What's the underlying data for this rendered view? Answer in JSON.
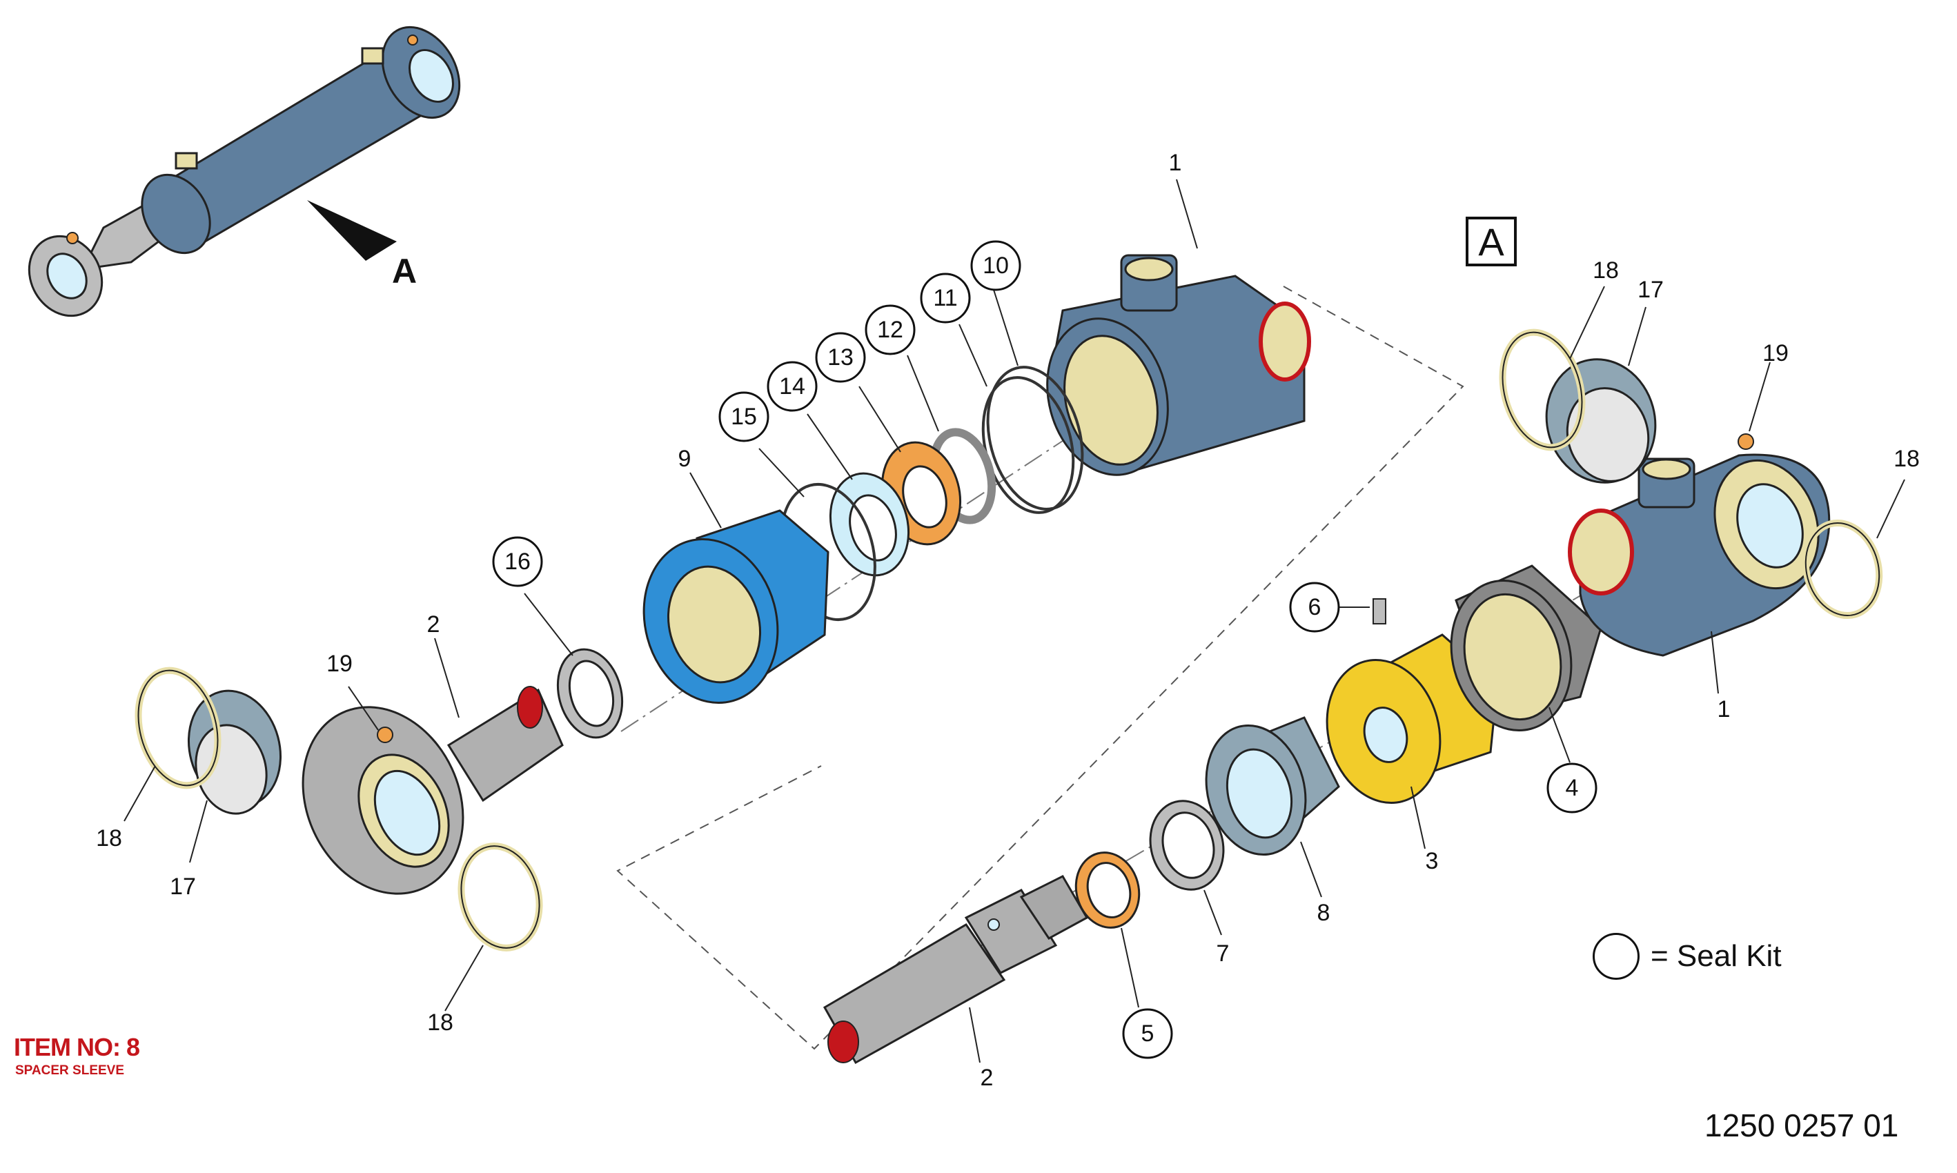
{
  "view_label": "A",
  "callouts": {
    "c1a": "1",
    "c1b": "1",
    "c2a": "2",
    "c2b": "2",
    "c3": "3",
    "c4": "4",
    "c5": "5",
    "c6": "6",
    "c7": "7",
    "c8": "8",
    "c9": "9",
    "c10": "10",
    "c11": "11",
    "c12": "12",
    "c13": "13",
    "c14": "14",
    "c15": "15",
    "c16": "16",
    "c17a": "17",
    "c17b": "17",
    "c18a": "18",
    "c18b": "18",
    "c18c": "18",
    "c18d": "18",
    "c19a": "19",
    "c19b": "19"
  },
  "legend": {
    "text": "= Seal Kit"
  },
  "item": {
    "number": "ITEM NO: 8",
    "description": "SPACER SLEEVE"
  },
  "drawing_number": "1250 0257 01",
  "colors": {
    "barrel": "#5f7f9e",
    "gland": "#2f8fd6",
    "piston": "#f2cc2a",
    "bushing": "#8fa6b4",
    "chrome": "#bdbdbd",
    "ring": "#e8dfa8",
    "highlight": "#d6f0fb",
    "accent_red": "#c4161c",
    "seal_orange": "#f0a14a"
  }
}
